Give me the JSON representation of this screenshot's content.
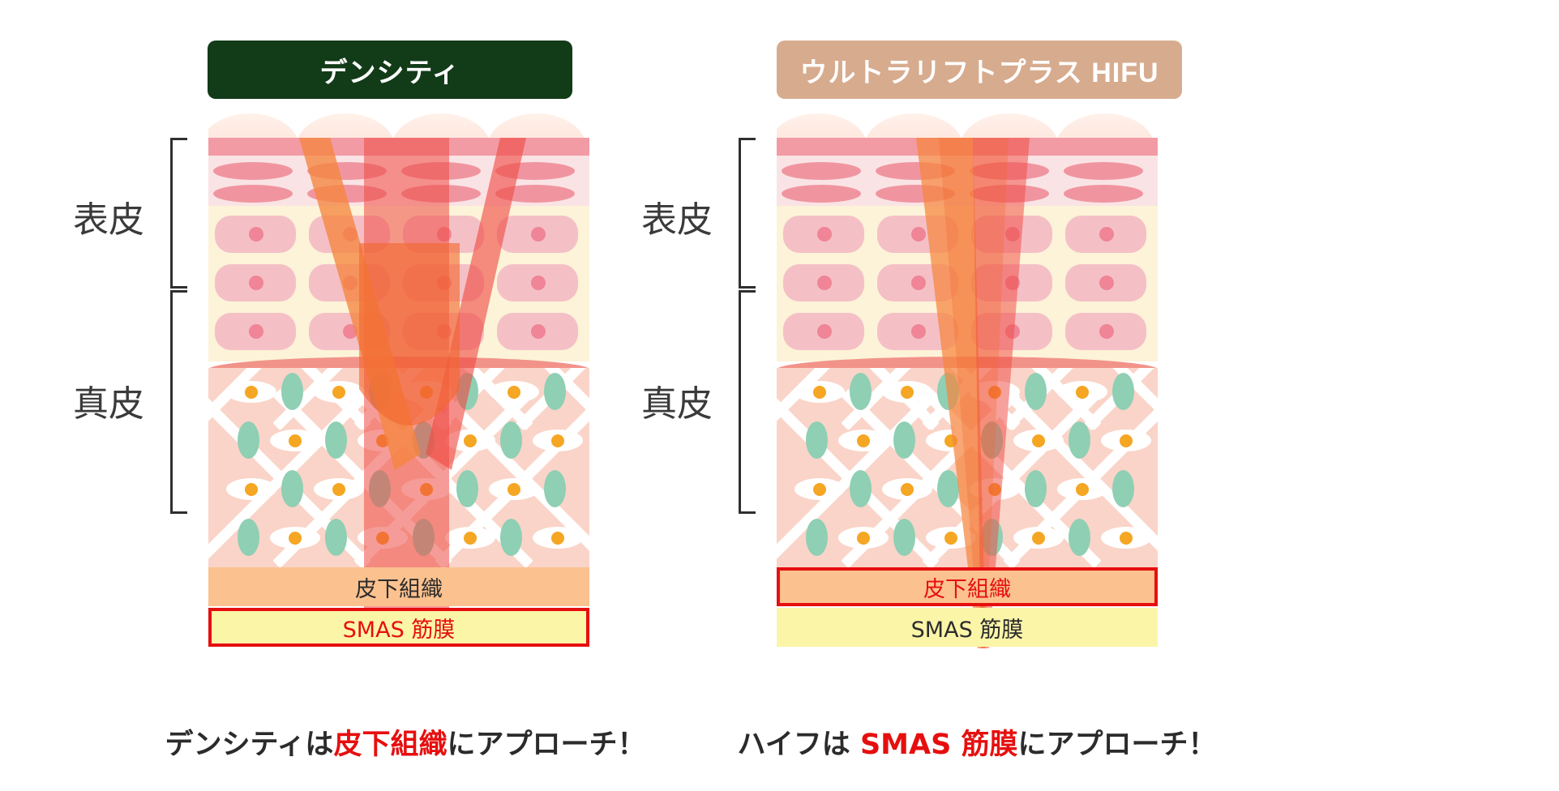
{
  "panels": [
    {
      "id": "density",
      "header": "デンシティ",
      "header_color": "#123b18",
      "header_text_color": "#ffffff",
      "layers": {
        "epidermis_label": "表皮",
        "dermis_label": "真皮",
        "subcutaneous_label": "皮下組織",
        "smas_label": "SMAS 筋膜",
        "highlighted_layer": "SMAS 筋膜"
      },
      "beam_type": "v-shaped",
      "caption": {
        "prefix": "デンシティは",
        "emphasis": "皮下組織",
        "suffix": "にアプローチ！"
      }
    },
    {
      "id": "hifu",
      "header": "ウルトラリフトプラス HIFU",
      "header_color": "#d7ab8e",
      "header_text_color": "#ffffff",
      "layers": {
        "epidermis_label": "表皮",
        "dermis_label": "真皮",
        "subcutaneous_label": "皮下組織",
        "smas_label": "SMAS 筋膜",
        "highlighted_layer": "皮下組織"
      },
      "beam_type": "converging-cone",
      "caption": {
        "prefix": "ハイフは ",
        "emphasis": "SMAS 筋膜",
        "suffix": "にアプローチ！"
      }
    }
  ],
  "colors": {
    "highlight_red": "#e60f0f",
    "epidermis_band": "#f29ba4",
    "epidermis_upper": "#fae3e4",
    "epidermis_lower": "#fdf3d8",
    "dermis": "#fad4c8",
    "subcutaneous": "#fbc18f",
    "smas": "#fbf5a8",
    "beam_orange": "#f5853f",
    "beam_red": "#ef4a44",
    "collagen_green": "#8fcfb4",
    "nucleus_orange": "#f5a623"
  }
}
